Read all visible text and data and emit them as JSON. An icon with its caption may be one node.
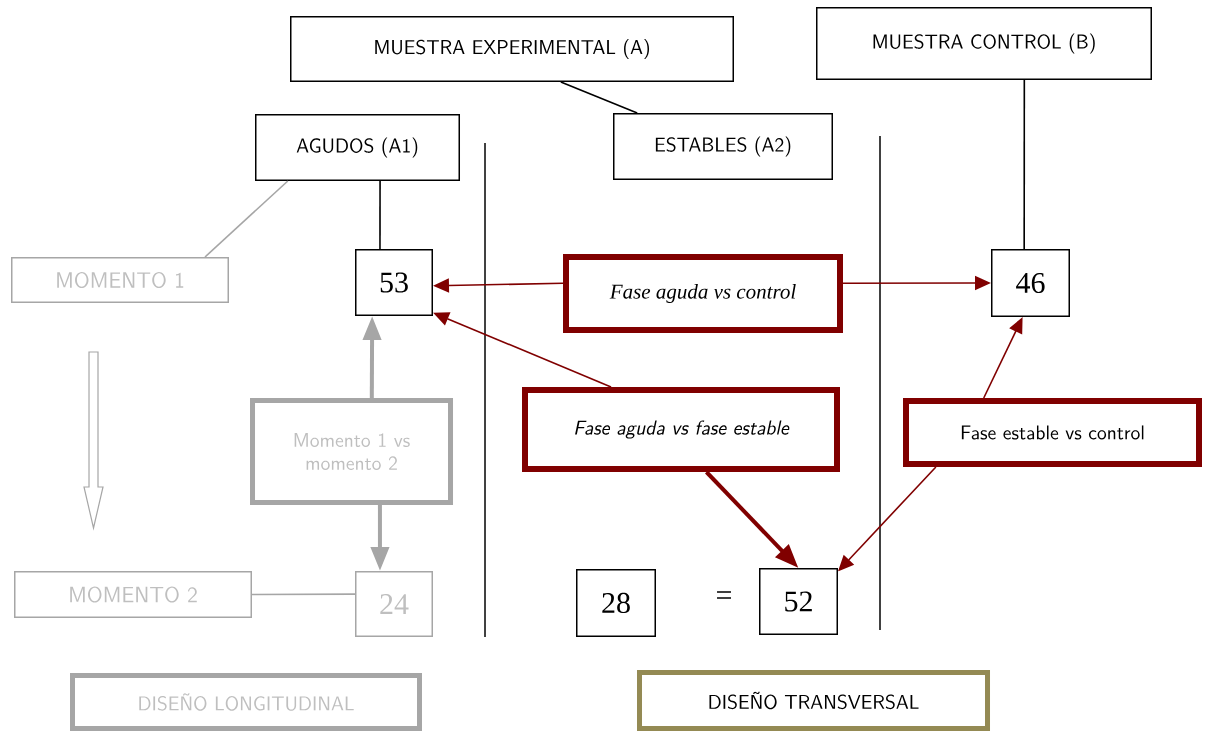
{
  "diagram": {
    "nodes": [
      {
        "text": [
          "MUESTRA EXPERIMENTAL (A)"
        ]
      },
      {
        "text": [
          "MUESTRA CONTROL (B)"
        ]
      },
      {
        "text": [
          "AGUDOS (A1)"
        ]
      },
      {
        "text": [
          "ESTABLES (A2)"
        ]
      },
      {
        "text": [
          "MOMENTO 1"
        ]
      },
      {
        "text": [
          "53"
        ]
      },
      {
        "text": [
          "Fase aguda vs  control"
        ]
      },
      {
        "text": [
          "46"
        ]
      },
      {
        "text": [
          "Momento 1 vs momento 2"
        ]
      },
      {
        "text": [
          "Fase aguda vs fase estable"
        ]
      },
      {
        "text": [
          "Fase estable vs control"
        ]
      },
      {
        "text": [
          "MOMENTO 2"
        ]
      },
      {
        "text": [
          "24"
        ]
      },
      {
        "text": [
          "28"
        ]
      },
      {
        "text": [
          "52"
        ]
      },
      {
        "text": [
          "DISEÑO LONGITUDINAL"
        ]
      },
      {
        "text": [
          "DISEÑO TRANSVERSAL"
        ]
      }
    ],
    "edges": [
      {
        "from": 0,
        "to": 3,
        "arrow": "none",
        "color": "#000000"
      },
      {
        "from": 2,
        "to": 4,
        "arrow": "none",
        "color": "#a6a6a6"
      },
      {
        "from": 2,
        "to": 5,
        "arrow": "none",
        "color": "#000000"
      },
      {
        "from": 1,
        "to": 7,
        "arrow": "none",
        "color": "#000000"
      },
      {
        "from": 6,
        "to": 5,
        "arrow": "to"
      },
      {
        "from": 6,
        "to": 7,
        "arrow": "to"
      },
      {
        "from": 9,
        "to": 5,
        "arrow": "to"
      },
      {
        "from": 9,
        "to": 14,
        "arrow": "to",
        "style": "thick"
      },
      {
        "from": 10,
        "to": 7,
        "arrow": "to"
      },
      {
        "from": 10,
        "to": 14,
        "arrow": "to"
      },
      {
        "from": 8,
        "to": 5,
        "arrow": "to",
        "style": "thick",
        "color": "#a6a6a6"
      },
      {
        "from": 8,
        "to": 12,
        "arrow": "to",
        "style": "thick",
        "color": "#a6a6a6"
      },
      {
        "from": 11,
        "to": 12,
        "arrow": "none",
        "color": "#a6a6a6"
      }
    ],
    "labels": [
      "="
    ]
  }
}
